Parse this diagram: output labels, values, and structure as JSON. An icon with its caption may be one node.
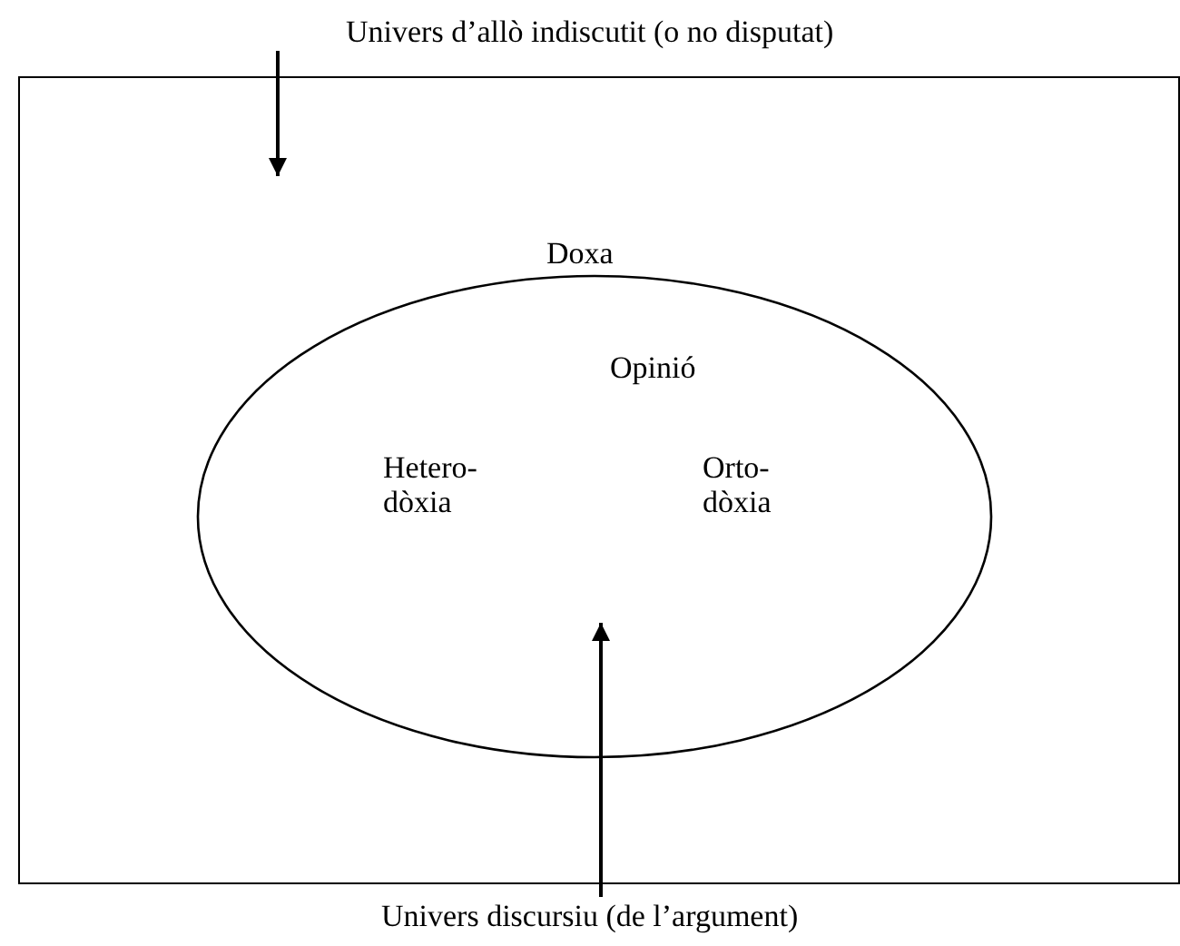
{
  "diagram": {
    "nodes": [
      {
        "text": [
          "Univers d’allò indiscutit (o no disputat)"
        ]
      },
      {
        "text": [
          "Doxa"
        ]
      },
      {
        "text": [
          "Opinió",
          "Hetero- dòxia",
          "Orto- dòxia"
        ],
        "in": 1
      },
      {
        "text": [
          "Univers discursiu (de l’argument)"
        ]
      }
    ],
    "edges": [
      {
        "from": 0,
        "to": 1,
        "arrow": "to"
      },
      {
        "from": 3,
        "to": 2,
        "arrow": "to"
      }
    ]
  }
}
